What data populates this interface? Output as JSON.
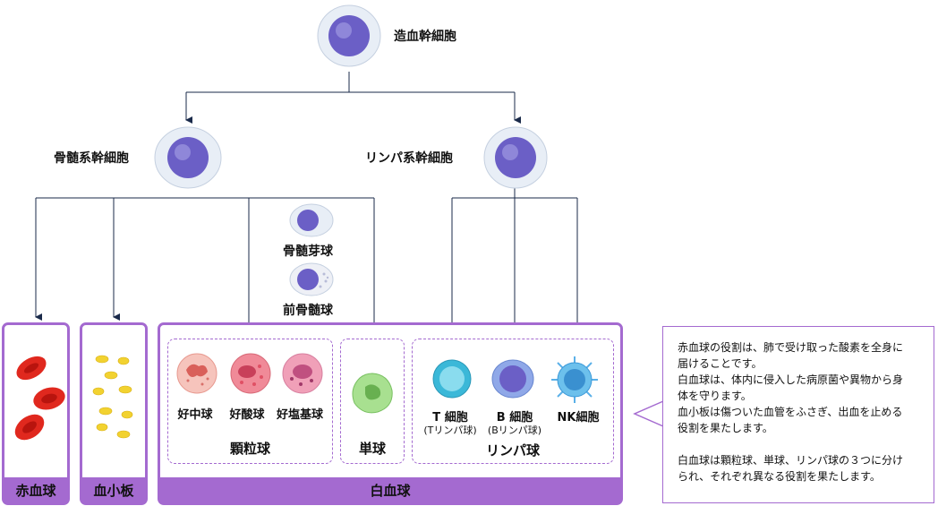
{
  "stem": {
    "top": "造血幹細胞",
    "myeloid": "骨髄系幹細胞",
    "lymphoid": "リンパ系幹細胞"
  },
  "precursors": {
    "myeloblast": "骨髄芽球",
    "promyelocyte": "前骨髄球"
  },
  "boxes": {
    "rbc": "赤血球",
    "platelet": "血小板",
    "wbc": "白血球"
  },
  "granulocytes": {
    "neutrophil": "好中球",
    "eosinophil": "好酸球",
    "basophil": "好塩基球",
    "group_label": "顆粒球"
  },
  "monocyte": {
    "label": "単球"
  },
  "lymphocytes": {
    "t_label": "T 細胞",
    "t_sub": "(Tリンパ球)",
    "b_label": "B 細胞",
    "b_sub": "(Bリンパ球)",
    "nk_label": "NK細胞",
    "group_label": "リンパ球"
  },
  "callout": {
    "lines": [
      "赤血球の役割は、肺で受け取った酸素を全身に",
      "届けることです。",
      "白血球は、体内に侵入した病原菌や異物から身",
      "体を守ります。",
      "血小板は傷ついた血管をふさぎ、出血を止める",
      "役割を果たします。"
    ],
    "lines2": [
      "白血球は顆粒球、単球、リンパ球の３つに分け",
      "られ、それぞれ異なる役割を果たします。"
    ]
  },
  "colors": {
    "accent": "#a46ad0",
    "nucleus": "#6b5fc6",
    "rbc": "#e0281e",
    "platelet": "#f2d230",
    "monocyte": "#8fd07a",
    "t_cell": "#3bb8d8"
  }
}
